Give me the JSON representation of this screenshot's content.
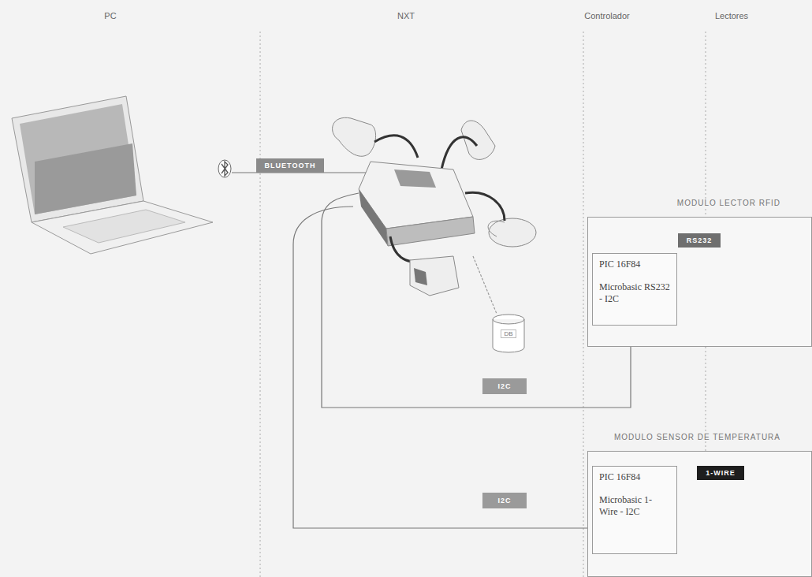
{
  "diagram": {
    "nodes": [
      {
        "text": [
          "MODULO LECTOR RFID"
        ]
      },
      {
        "text": [
          "PIC 16F84",
          "Microbasic RS232 - I2C"
        ],
        "in": 0
      },
      {
        "text": [
          "RS232"
        ],
        "in": 0
      },
      {
        "text": [
          "MODULO SENSOR DE TEMPERATURA"
        ]
      },
      {
        "text": [
          "PIC 16F84",
          "Microbasic 1-Wire - I2C"
        ],
        "in": 3
      },
      {
        "text": [
          "1-WIRE"
        ],
        "in": 3
      },
      {
        "text": [
          "BLUETOOTH"
        ]
      },
      {
        "text": [
          "DB"
        ]
      },
      {
        "text": [
          "I2C"
        ]
      },
      {
        "text": [
          "I2C"
        ]
      }
    ],
    "labels": [
      "PC",
      "NXT",
      "Controlador",
      "Lectores"
    ]
  }
}
